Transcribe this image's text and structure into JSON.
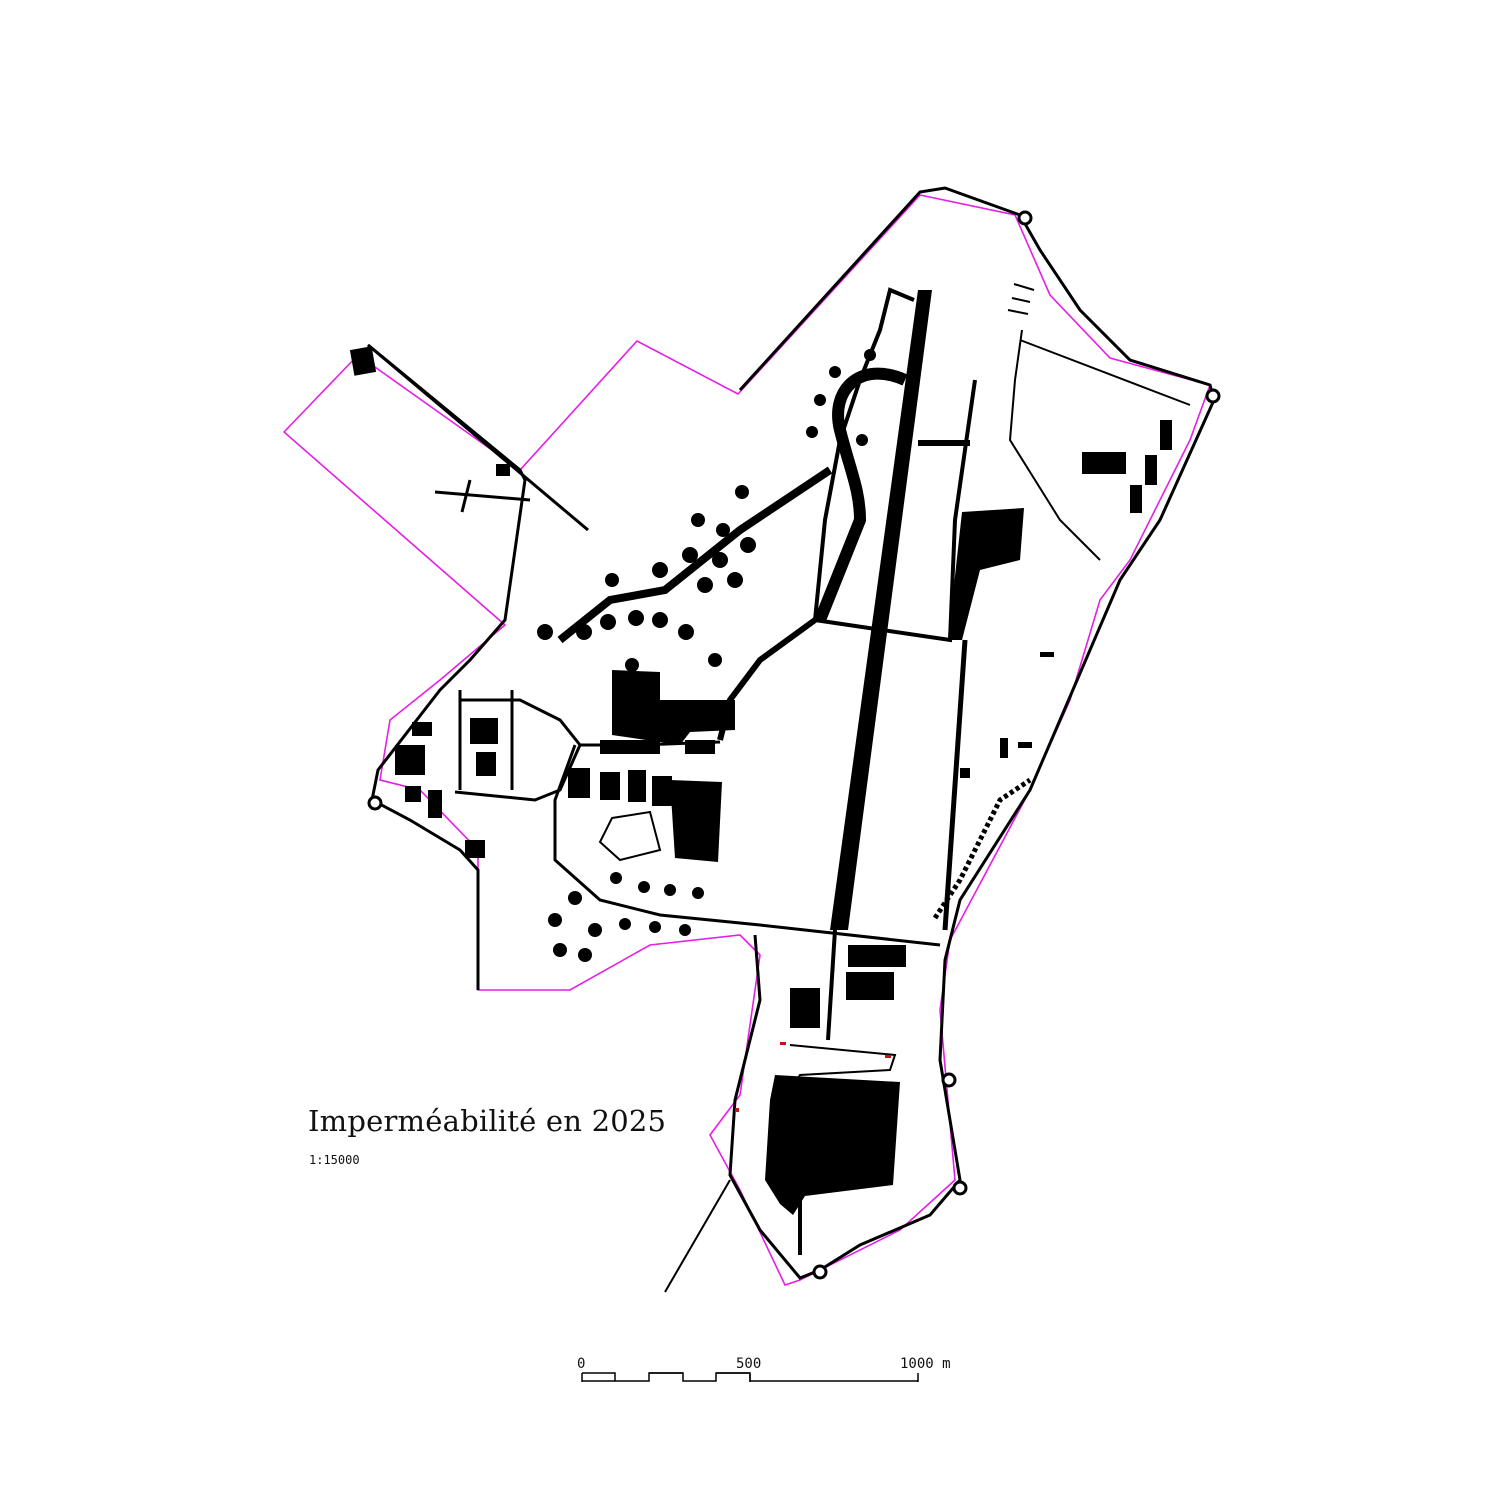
{
  "map": {
    "title": "Imperméabilité en 2025",
    "scale_text": "1:15000",
    "boundary_color": "#e61ee6",
    "surface_color": "#000000",
    "background_color": "#ffffff"
  },
  "scalebar": {
    "label_zero": "0",
    "label_mid": "500",
    "label_end": "1000 m"
  }
}
